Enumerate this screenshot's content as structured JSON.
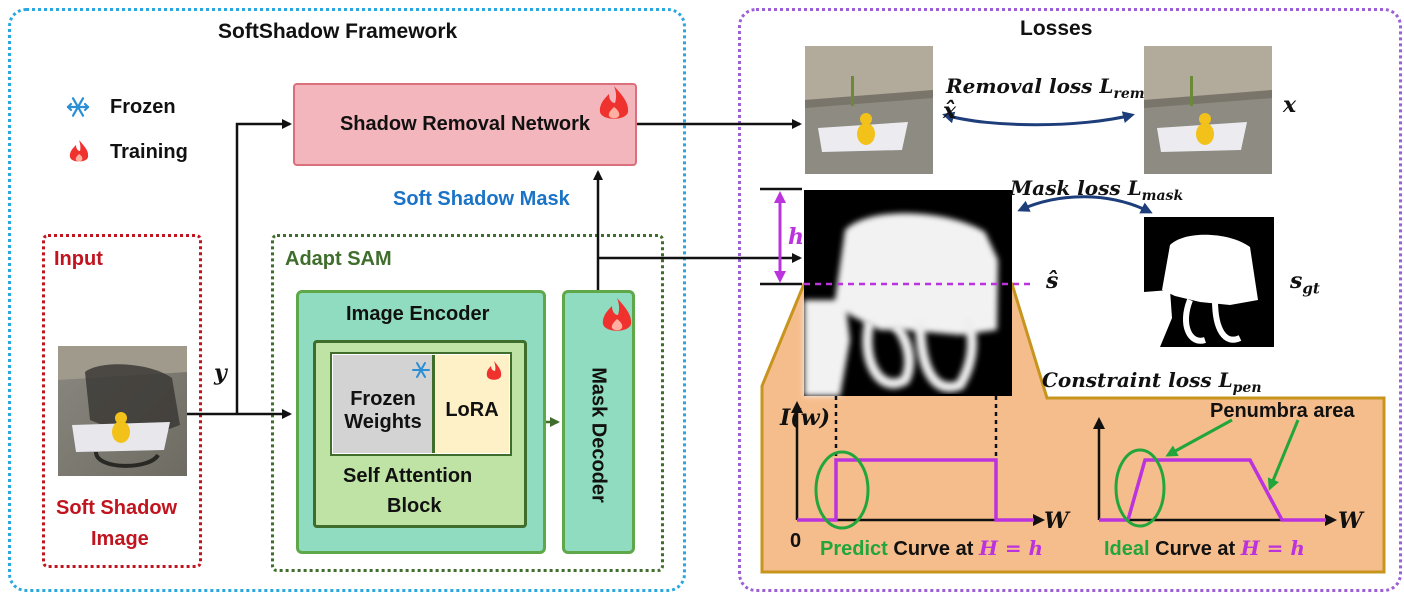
{
  "framework": {
    "title": "SoftShadow Framework",
    "legend": {
      "frozen": "Frozen",
      "training": "Training"
    },
    "removal_network": "Shadow Removal Network",
    "soft_mask_label": "Soft Shadow Mask",
    "input": {
      "title": "Input",
      "caption_line1": "Soft Shadow",
      "caption_line2": "Image",
      "y_label": "y"
    },
    "adapt_sam": {
      "title": "Adapt SAM",
      "image_encoder": "Image Encoder",
      "frozen_weights_line1": "Frozen",
      "frozen_weights_line2": "Weights",
      "lora": "LoRA",
      "self_attention_line1": "Self Attention",
      "self_attention_line2": "Block",
      "mask_decoder": "Mask Decoder"
    }
  },
  "losses": {
    "title": "Losses",
    "removal_loss": {
      "text": "Removal loss ",
      "sym": "L",
      "sub": "rem",
      "x_hat": "x̂",
      "x": "x"
    },
    "mask_loss": {
      "text": "Mask loss ",
      "sym": "L",
      "sub": "mask",
      "s_hat": "ŝ",
      "s": "s",
      "s_sub": "gt",
      "h": "h"
    },
    "constraint_loss": {
      "text": "Constraint loss ",
      "sym": "L",
      "sub": "pen"
    },
    "plot_left": {
      "y_axis": "I(w)",
      "x_axis": "W",
      "origin": "0",
      "caption_green": "Predict",
      "caption_rest": " Curve at ",
      "caption_math": "H = h"
    },
    "plot_right": {
      "x_axis": "W",
      "caption_green": "Ideal",
      "caption_rest": " Curve at ",
      "caption_math": "H = h",
      "penumbra": "Penumbra area"
    }
  },
  "colors": {
    "panel_left_border": "#2aa7df",
    "panel_right_border": "#9b5fd6",
    "removal_box": "#f4b6bd",
    "removal_border": "#d9707c",
    "encoder": "#8fdcc0",
    "encoder_border": "#5fa84a",
    "inner_block": "#bfe3a5",
    "frozen_box": "#d3d3d3",
    "lora_box": "#fff1c7",
    "orange_region": "#f6bd8c",
    "orange_border": "#c7941e",
    "purple_curve": "#bb33dd",
    "green_mark": "#22a63c",
    "input_red": "#c0141e",
    "adapt_green": "#3f6d2c",
    "blue_label": "#1a73c6",
    "arrow_navy": "#1d3e7a"
  }
}
